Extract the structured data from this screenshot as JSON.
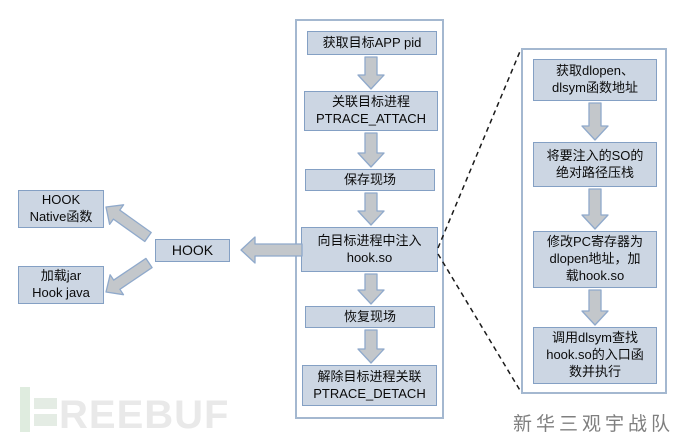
{
  "colors": {
    "node_fill": "#ccd6e3",
    "node_border": "#84a0c4",
    "frame_border": "#a4b8d0",
    "arrow_fill": "#c3c7cb",
    "arrow_stroke": "#8fa9cb",
    "dashed_line": "#1a1a1a",
    "text": "#0a0a0a",
    "watermark_green": "#dfecdf",
    "watermark_green2": "#e4ece4",
    "watermark_text": "#e9e9e9",
    "credit_text": "#7f7f7f"
  },
  "flowchart": {
    "main_flow": {
      "steps": [
        {
          "id": "get-pid",
          "lines": [
            "获取目标APP pid"
          ]
        },
        {
          "id": "ptrace-attach",
          "lines": [
            "关联目标进程",
            "PTRACE_ATTACH"
          ]
        },
        {
          "id": "save-context",
          "lines": [
            "保存现场"
          ]
        },
        {
          "id": "inject-hook-so",
          "lines": [
            "向目标进程中注入",
            "hook.so"
          ]
        },
        {
          "id": "restore-context",
          "lines": [
            "恢复现场"
          ]
        },
        {
          "id": "ptrace-detach",
          "lines": [
            "解除目标进程关联",
            "PTRACE_DETACH"
          ]
        }
      ]
    },
    "hook_branch": {
      "hook": {
        "lines": [
          "HOOK"
        ]
      },
      "hook_native": {
        "lines": [
          "HOOK",
          "Native函数"
        ]
      },
      "load_jar": {
        "lines": [
          "加载jar",
          "Hook java"
        ]
      }
    },
    "detail_flow": {
      "steps": [
        {
          "lines": [
            "获取dlopen、",
            "dlsym函数地址"
          ]
        },
        {
          "lines": [
            "将要注入的SO的",
            "绝对路径压栈"
          ]
        },
        {
          "lines": [
            "修改PC寄存器为",
            "dlopen地址，加",
            "载hook.so"
          ]
        },
        {
          "lines": [
            "调用dlsym查找",
            "hook.so的入口函",
            "数并执行"
          ]
        }
      ]
    }
  },
  "watermark": {
    "brand_text": "REEBUF"
  },
  "credit": {
    "text": "新华三观宇战队"
  }
}
